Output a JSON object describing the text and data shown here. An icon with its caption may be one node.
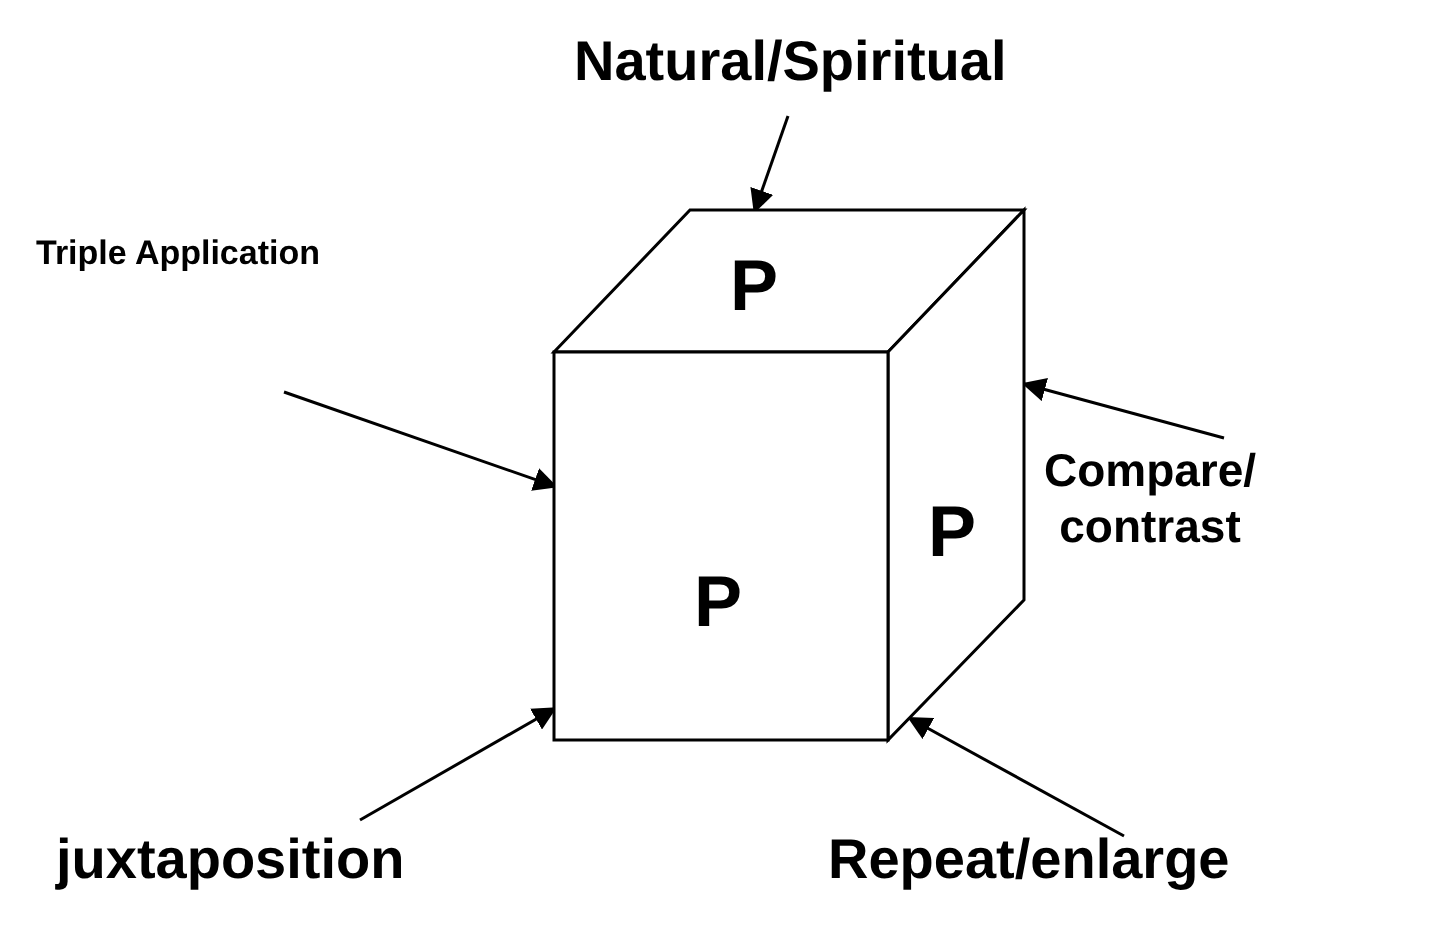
{
  "diagram": {
    "nodes": [
      {
        "text": [
          "Natural/Spiritual"
        ]
      },
      {
        "text": [
          "Triple Application"
        ]
      },
      {
        "text": [
          "P"
        ]
      },
      {
        "text": [
          "Compare/ contrast"
        ]
      },
      {
        "text": [
          "P"
        ]
      },
      {
        "text": [
          "P"
        ]
      },
      {
        "text": [
          "juxtaposition"
        ]
      },
      {
        "text": [
          "Repeat/enlarge"
        ]
      }
    ],
    "edges": [
      {
        "from": 0,
        "to": 2,
        "arrow": "to"
      },
      {
        "from": 1,
        "to": 5,
        "arrow": "to"
      },
      {
        "from": 3,
        "to": 4,
        "arrow": "to"
      },
      {
        "from": 6,
        "to": 5,
        "arrow": "to"
      },
      {
        "from": 7,
        "to": 4,
        "arrow": "to"
      }
    ]
  }
}
